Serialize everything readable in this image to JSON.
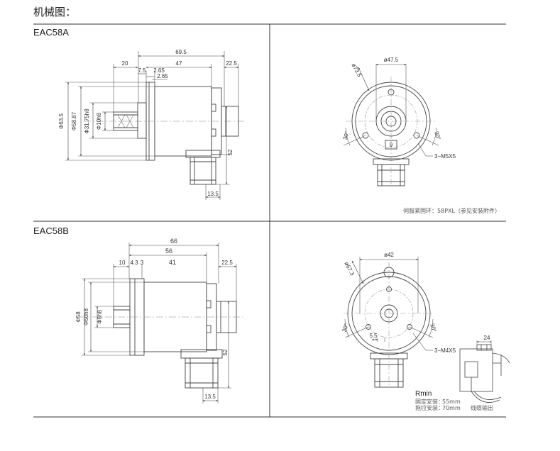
{
  "heading": "机械图：",
  "panels": {
    "a": {
      "label": "EAC58A",
      "side": {
        "d63": "Φ63.5",
        "d58": "Φ58.87",
        "d31": "Φ31.75h8",
        "d10": "Φ10h8",
        "l69": "69.5",
        "l47": "47",
        "l20": "20",
        "l75": "7.5",
        "l265a": "2.65",
        "l265b": "2.65",
        "l225": "22.5",
        "l52": "52",
        "l135": "13.5"
      },
      "front": {
        "d47": "ø47.5",
        "d73": "ø73.5",
        "a30l": "30°",
        "a30r": "30°",
        "nine": "9",
        "screw": "3−M5X5"
      },
      "note": "伺服紧固环：58PXL（参见安装附件）"
    },
    "b": {
      "label": "EAC58B",
      "side": {
        "d58": "Φ58",
        "d50": "Φ50h8",
        "d6": "Φ6h8",
        "l66": "66",
        "l56": "56",
        "l10": "10",
        "l43": "4.3",
        "l3": "3",
        "l41": "41",
        "l225": "22.5",
        "l52": "52",
        "l135": "13.5"
      },
      "front": {
        "d42": "ø42",
        "d67": "ø67.3",
        "a30l": "30°",
        "a30r": "30°",
        "l55": "5.5",
        "screw": "3−M4X5"
      },
      "cable": {
        "dim24": "24",
        "rmin": "Rmin",
        "fixed_label": "固定安装：",
        "fixed_val": "55mm",
        "drag_label": "拖拉安装：",
        "drag_val": "70mm",
        "out_label": "线缆输出"
      }
    }
  }
}
